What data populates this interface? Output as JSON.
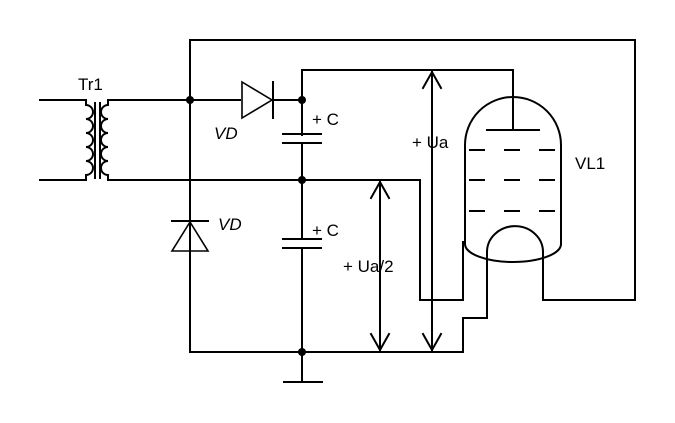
{
  "labels": {
    "transformer": "Tr1",
    "diode_top": "VD",
    "diode_bottom": "VD",
    "cap_top": "+ C",
    "cap_bottom": "+ C",
    "voltage_full": "+ Ua",
    "voltage_half": "+ Ua/2",
    "tube": "VL1"
  },
  "icons": {
    "transformer": "transformer-icon",
    "diode": "diode-icon",
    "capacitor": "polarized-capacitor-icon",
    "tube": "vacuum-tube-triode-icon",
    "ground": "ground-icon",
    "arrow": "double-arrow-icon"
  }
}
